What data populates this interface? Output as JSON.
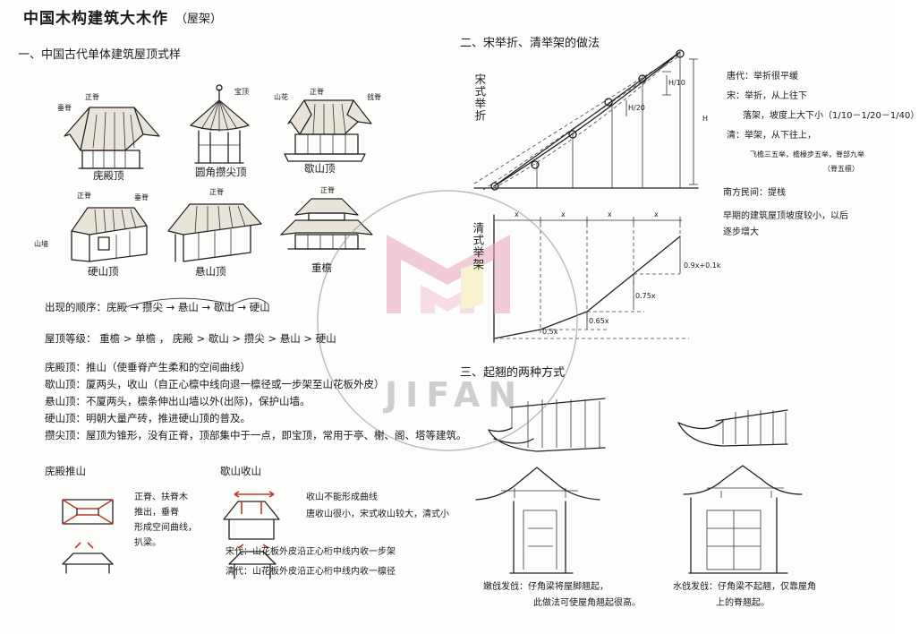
{
  "header": {
    "title": "中国木构建筑大木作",
    "subtitle": "（屋架）"
  },
  "section1": {
    "heading": "一、中国古代单体建筑屋顶式样",
    "styles": [
      {
        "label": "庑殿顶",
        "callouts": [
          "正脊",
          "垂脊"
        ]
      },
      {
        "label": "圆角攒尖顶",
        "callouts": [
          "宝顶"
        ]
      },
      {
        "label": "歇山顶",
        "callouts": [
          "山花",
          "正脊",
          "戗脊"
        ]
      },
      {
        "label": "硬山顶",
        "callouts": [
          "正脊",
          "垂脊",
          "山墙"
        ]
      },
      {
        "label": "悬山顶",
        "callouts": [
          "正脊"
        ]
      },
      {
        "label": "重檐",
        "callouts": [
          "正脊"
        ]
      }
    ],
    "order_line": "出现的顺序：庑殿 → 攒尖 → 悬山 → 歇山 → 硬山",
    "rank_line": "屋顶等级： 重檐 > 单檐 ， 庑殿 > 歇山 > 攒尖 > 悬山 > 硬山",
    "notes": [
      "庑殿顶：推山（使垂脊产生柔和的空间曲线）",
      "歇山顶：厦两头，收山（自正心檩中线向退一檩径或一步架至山花板外皮）",
      "悬山顶：不厦两头，檩条伸出山墙以外(出际)，保护山墙。",
      "硬山顶：明朝大量产砖，推进硬山顶的普及。",
      "攒尖顶：屋顶为锥形，没有正脊，顶部集中于一点，即宝顶，常用于亭、榭、阁、塔等建筑。"
    ]
  },
  "tuishan": {
    "title": "庑殿推山",
    "desc": [
      "正脊、扶脊木",
      "推出，垂脊",
      "形成空间曲线，",
      "扒梁。"
    ]
  },
  "shoushan": {
    "title": "歇山收山",
    "desc": [
      "收山不能形成曲线",
      "唐收山很小，宋式收山较大，清式小"
    ],
    "song": "宋代：山花板外皮沿正心桁中线内收一步架",
    "qing": "清代：山花板外皮沿正心桁中线内收一檩径"
  },
  "section2": {
    "heading": "二、宋举折、清举架的做法",
    "song_label": "宋式举折",
    "qing_label": "清式举架",
    "h_label": "H",
    "song_marks": [
      "H/10",
      "H/20"
    ],
    "qing_x_marks": [
      "x",
      "x",
      "x",
      "x"
    ],
    "qing_values": [
      "0.9x+0.1k",
      "0.75x",
      "0.65x",
      "0.5x"
    ],
    "notes": [
      "唐代：举折很平缓",
      "宋：举折，从上往下",
      "落架，坡度上大下小（1/10－1/20－1/40）",
      "清：举架，从下往上，",
      "飞檐三五举，檐椽步五举，脊部九举",
      "（脊五檩）",
      "南方民间：提栈",
      "早期的建筑屋顶坡度较小，以后",
      "逐步增大"
    ]
  },
  "section3": {
    "heading": "三、起翘的两种方式",
    "caption1": [
      "嫩戗发戗：仔角梁将屋脚翘起，",
      "此做法可使屋角翘起很高。"
    ],
    "caption2": [
      "水戗发戗：仔角梁不起翘，仅靠屋角",
      "上的脊翘起。"
    ]
  },
  "watermark": {
    "text": "JIFAN"
  }
}
